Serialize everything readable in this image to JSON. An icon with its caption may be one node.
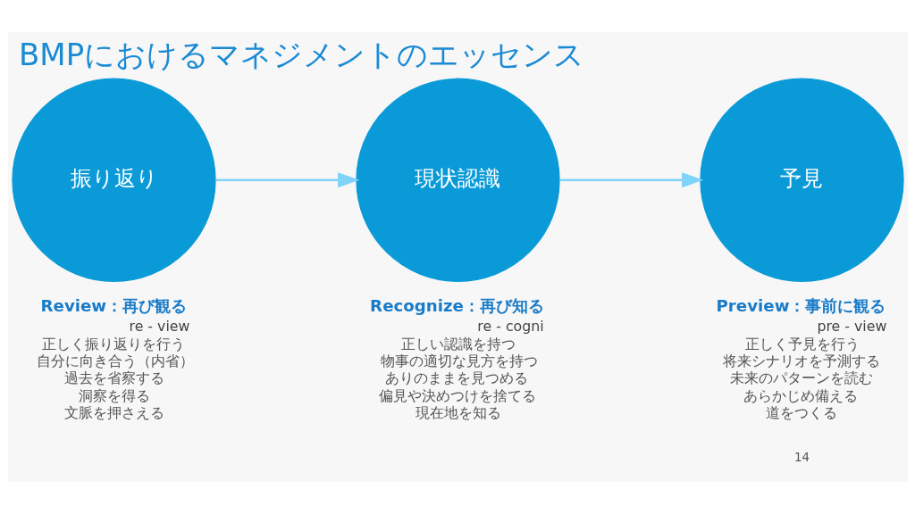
{
  "diagram": {
    "title": "BMPにおけるマネジメントのエッセンス",
    "nodes": [
      {
        "text": [
          "振り返り"
        ],
        "beside": [
          "Review：再び観る",
          "re - view",
          "正しく振り返りを行う",
          "自分に向き合う（内省）",
          "過去を省察する",
          "洞察を得る",
          "文脈を押さえる"
        ]
      },
      {
        "text": [
          "現状認識"
        ],
        "beside": [
          "Recognize：再び知る",
          "re - cogni",
          "正しい認識を持つ",
          "物事の適切な見方を持つ",
          "ありのままを見つめる",
          "偏見や決めつけを捨てる",
          "現在地を知る"
        ]
      },
      {
        "text": [
          "予見"
        ],
        "beside": [
          "Preview：事前に観る",
          "pre - view",
          "正しく予見を行う",
          "将来シナリオを予測する",
          "未来のパターンを読む",
          "あらかじめ備える",
          "道をつくる"
        ]
      }
    ],
    "edges": [
      {
        "from": 0,
        "to": 1,
        "arrow": "to",
        "color": "#7fd3f7"
      },
      {
        "from": 1,
        "to": 2,
        "arrow": "to",
        "color": "#7fd3f7"
      }
    ],
    "labels": [
      "14"
    ]
  }
}
